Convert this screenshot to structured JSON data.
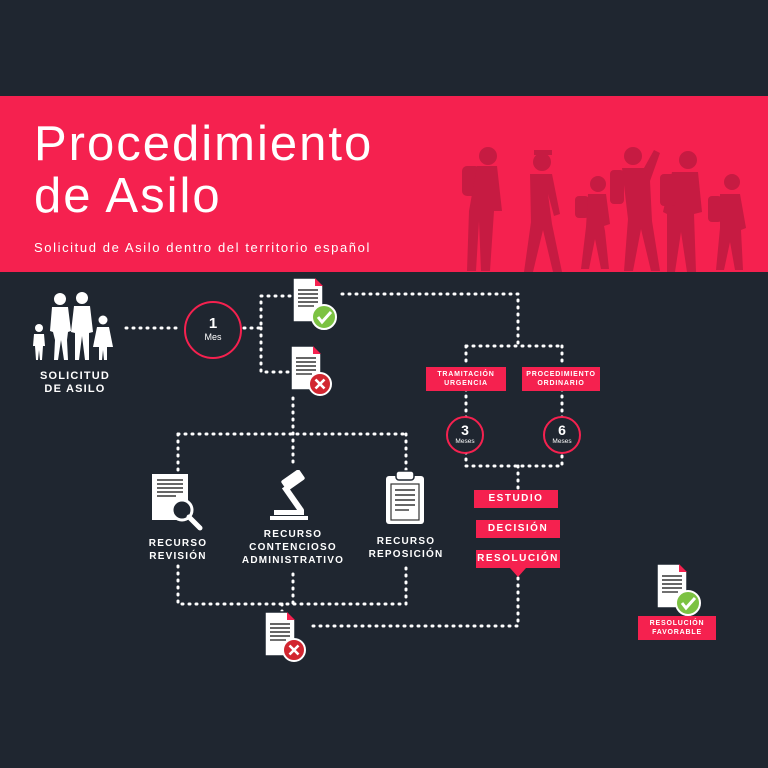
{
  "header": {
    "title": "Procedimiento\nde Asilo",
    "subtitle": "Solicitud de Asilo dentro del territorio español"
  },
  "colors": {
    "accent": "#f5214f",
    "background": "#1f2630",
    "ok": "#7cc242",
    "error": "#d22630"
  },
  "start": {
    "icon": "family-icon",
    "label": "SOLICITUD\nDE ASILO"
  },
  "first_step": {
    "number": "1",
    "unit": "Mes"
  },
  "outcomes": {
    "approved_icon": "document-check-icon",
    "rejected_icon": "document-cross-icon"
  },
  "appeals": [
    {
      "icon": "magnifier-document-icon",
      "label": "RECURSO\nREVISIÓN"
    },
    {
      "icon": "gavel-icon",
      "label": "RECURSO\nCONTENCIOSO\nADMINISTRATIVO"
    },
    {
      "icon": "clipboard-icon",
      "label": "RECURSO\nREPOSICIÓN"
    }
  ],
  "procedures": [
    {
      "label": "TRAMITACIÓN\nURGENCIA",
      "number": "3",
      "unit": "Meses"
    },
    {
      "label": "PROCEDIMIENTO\nORDINARIO",
      "number": "6",
      "unit": "Meses"
    }
  ],
  "stages": [
    "ESTUDIO",
    "DECISIÓN",
    "RESOLUCIÓN"
  ],
  "final": {
    "label": "RESOLUCIÓN\nFAVORABLE"
  }
}
